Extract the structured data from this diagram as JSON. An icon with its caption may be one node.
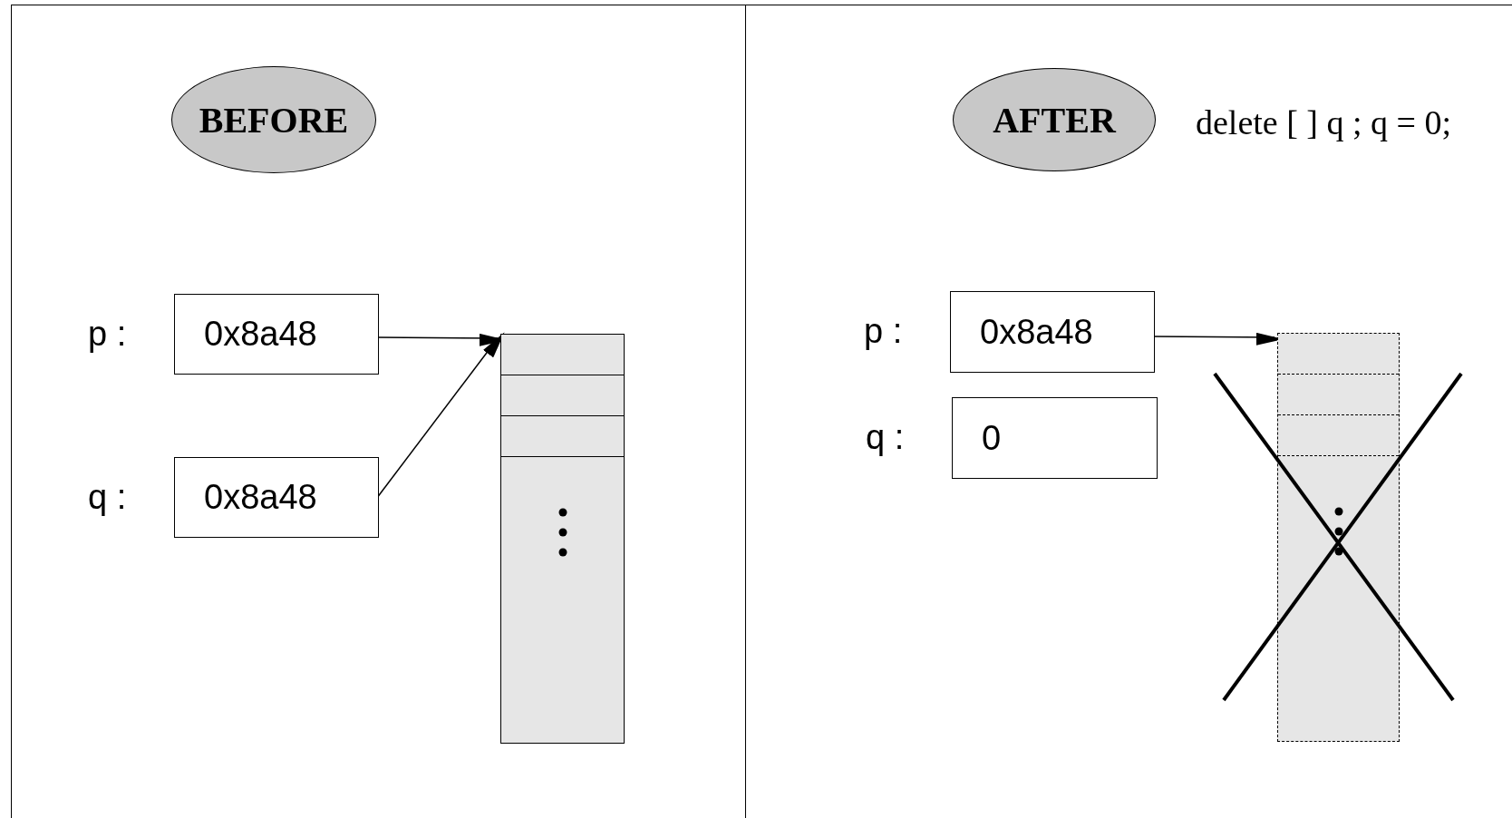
{
  "diagram": {
    "nodes": [
      {
        "text": [],
        "shape": "box"
      },
      {
        "text": [
          "BEFORE"
        ],
        "in": 0
      },
      {
        "text": [
          "0x8a48"
        ],
        "in": 0,
        "beside": [
          "p :"
        ]
      },
      {
        "text": [
          "0x8a48"
        ],
        "in": 0,
        "beside": [
          "q :"
        ]
      },
      {
        "text": [],
        "shape": "box",
        "in": 0
      },
      {
        "text": [],
        "shape": "box"
      },
      {
        "text": [
          "AFTER"
        ],
        "in": 5
      },
      {
        "text": [
          "0x8a48"
        ],
        "in": 5,
        "beside": [
          "p :"
        ]
      },
      {
        "text": [
          "0"
        ],
        "in": 5,
        "beside": [
          "q :"
        ]
      },
      {
        "text": [],
        "shape": "box",
        "in": 5
      }
    ],
    "edges": [
      {
        "from": 2,
        "to": 4,
        "arrow": "to"
      },
      {
        "from": 3,
        "to": 4,
        "arrow": "to"
      },
      {
        "from": 7,
        "to": 9,
        "arrow": "to"
      }
    ],
    "labels": [
      "delete [ ] q ; q = 0;"
    ]
  }
}
